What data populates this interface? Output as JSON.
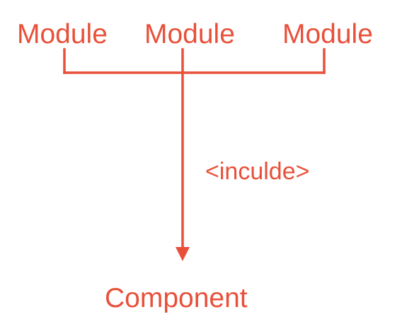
{
  "diagram": {
    "modules": [
      "Module",
      "Module",
      "Module"
    ],
    "relation_label": "<inculde>",
    "target_label": "Component"
  },
  "colors": {
    "primary": "#e8503a"
  }
}
